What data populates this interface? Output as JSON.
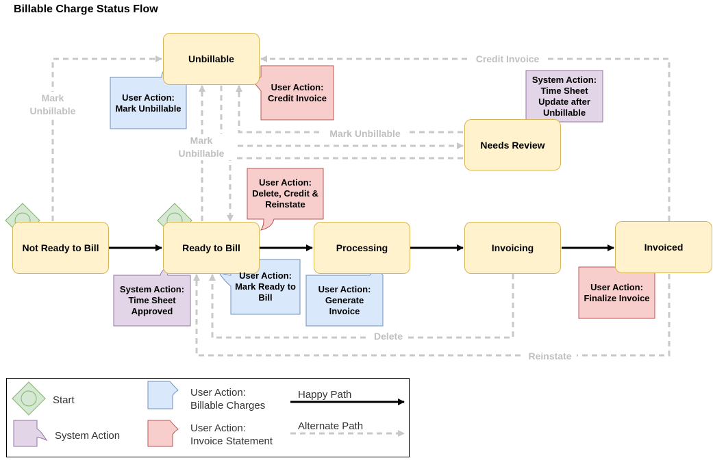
{
  "title": "Billable Charge Status Flow",
  "colors": {
    "state_fill": "#fff2cc",
    "state_border": "#d6b656",
    "blue_fill": "#dae8fc",
    "blue_border": "#6c8ebf",
    "red_fill": "#f8cecc",
    "red_border": "#b85450",
    "purple_fill": "#e1d5e7",
    "purple_border": "#9673a6",
    "start_fill": "#d5e8d4",
    "start_border": "#82b366",
    "alt_path": "#c8c8c8",
    "happy_path": "#000000"
  },
  "states": {
    "unbillable": "Unbillable",
    "needs_review": "Needs Review",
    "not_ready": "Not Ready to Bill",
    "ready": "Ready to Bill",
    "processing": "Processing",
    "invoicing": "Invoicing",
    "invoiced": "Invoiced"
  },
  "notes": {
    "mark_unbillable_action": "User Action:\nMark Unbillable",
    "credit_invoice_action": "User Action:\nCredit Invoice",
    "timesheet_update": "System Action:\nTime Sheet\nUpdate after\nUnbillable",
    "delete_credit_reinstate": "User Action:\nDelete, Credit &\nReinstate",
    "timesheet_approved": "System Action:\nTime Sheet\nApproved",
    "mark_ready": "User Action:\nMark Ready to\nBill",
    "generate_invoice": "User Action:\nGenerate\nInvoice",
    "finalize_invoice": "User Action:\nFinalize Invoice"
  },
  "edge_labels": {
    "mark_unbillable_left": "Mark\nUnbillable",
    "mark_unbillable_mid": "Mark\nUnbillable",
    "mark_unbillable_review": "Mark Unbillable",
    "credit_invoice": "Credit Invoice",
    "delete": "Delete",
    "reinstate": "Reinstate"
  },
  "legend": {
    "start": "Start",
    "system_action": "System Action",
    "billable_charges": "User Action:\nBillable Charges",
    "invoice_statement": "User Action:\nInvoice Statement",
    "happy_path": "Happy Path",
    "alternate_path": "Alternate Path"
  }
}
